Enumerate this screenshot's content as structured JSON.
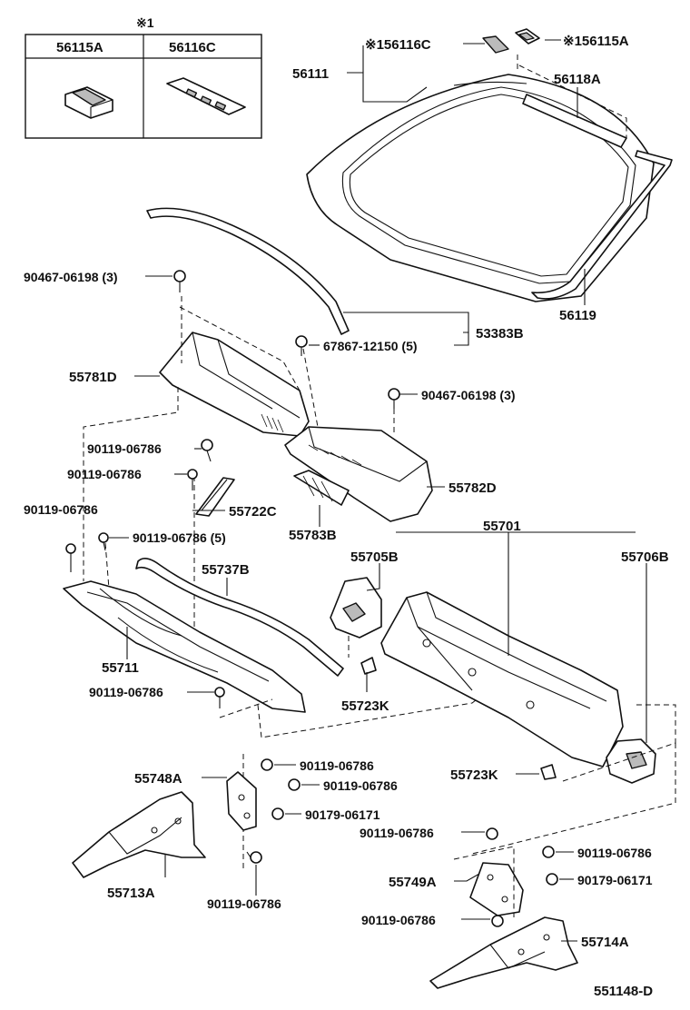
{
  "diagram_id": "551148-D",
  "inset": {
    "note_mark": "※1",
    "columns": [
      "56115A",
      "56116C"
    ]
  },
  "labels": {
    "p56111": "56111",
    "p56116C": "※156116C",
    "p56115A": "※156115A",
    "p56118A": "56118A",
    "p56119": "56119",
    "p90467a": "90467-06198 (3)",
    "p53383B": "53383B",
    "p67867": "67867-12150 (5)",
    "p55781D": "55781D",
    "p90467b": "90467-06198 (3)",
    "p90119a": "90119-06786",
    "p90119b": "90119-06786",
    "p55722C": "55722C",
    "p55782D": "55782D",
    "p90119c": "90119-06786",
    "p90119d": "90119-06786 (5)",
    "p55783B": "55783B",
    "p55701": "55701",
    "p55705B": "55705B",
    "p55706B": "55706B",
    "p55737B": "55737B",
    "p55711": "55711",
    "p55723Ka": "55723K",
    "p90119e": "90119-06786",
    "p90119f": "90119-06786",
    "p55748A": "55748A",
    "p90119g": "90119-06786",
    "p55723Kb": "55723K",
    "p90179a": "90179-06171",
    "p90119h": "90119-06786",
    "p90119i": "90119-06786",
    "p55749A": "55749A",
    "p90179b": "90179-06171",
    "p55713A": "55713A",
    "p90119j": "90119-06786",
    "p90119k": "90119-06786",
    "p55714A": "55714A"
  }
}
